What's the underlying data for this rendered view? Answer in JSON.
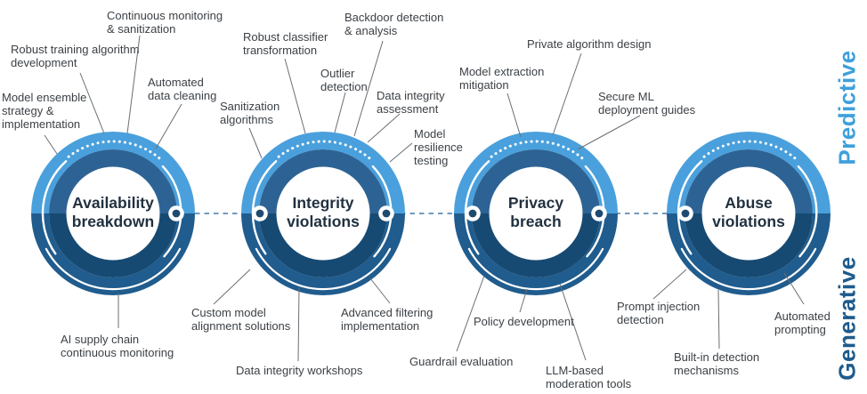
{
  "side_labels": {
    "top": "Predictive",
    "bottom": "Generative"
  },
  "colors": {
    "ring_outer_top": "#4AA0DC",
    "ring_inner_top": "#2D6394",
    "ring_outer_bottom": "#205C8D",
    "ring_inner_bottom": "#174A72",
    "ring_center": "#FFFFFF",
    "decor_arc": "#FFFFFF",
    "node_ring": "#FFFFFF",
    "node_dot": "#1F4A70",
    "connector_dash": "#5E8CB8",
    "leader_line": "#6A6F74",
    "title_text": "#223140",
    "label_text": "#3C4146",
    "predictive_text": "#3EA0DC",
    "generative_text": "#1E5B8C"
  },
  "rings": [
    {
      "title": "Availability\nbreakdown",
      "callouts": [
        {
          "text": "Model ensemble\nstrategy &\nimplementation"
        },
        {
          "text": "Robust training algorithm\ndevelopment"
        },
        {
          "text": "Continuous monitoring\n& sanitization"
        },
        {
          "text": "Automated\ndata cleaning"
        },
        {
          "text": "AI supply chain\ncontinuous monitoring"
        }
      ]
    },
    {
      "title": "Integrity\nviolations",
      "callouts": [
        {
          "text": "Sanitization\nalgorithms"
        },
        {
          "text": "Robust classifier\ntransformation"
        },
        {
          "text": "Outlier\ndetection"
        },
        {
          "text": "Backdoor detection\n& analysis"
        },
        {
          "text": "Data integrity\nassessment"
        },
        {
          "text": "Model\nresilience\ntesting"
        },
        {
          "text": "Custom model\nalignment solutions"
        },
        {
          "text": "Data integrity workshops"
        },
        {
          "text": "Advanced filtering\nimplementation"
        }
      ]
    },
    {
      "title": "Privacy\nbreach",
      "callouts": [
        {
          "text": "Model extraction\nmitigation"
        },
        {
          "text": "Private algorithm design"
        },
        {
          "text": "Secure ML\ndeployment guides"
        },
        {
          "text": "Guardrail evaluation"
        },
        {
          "text": "Policy development"
        },
        {
          "text": "LLM-based\nmoderation tools"
        }
      ]
    },
    {
      "title": "Abuse\nviolations",
      "callouts": [
        {
          "text": "Prompt injection\ndetection"
        },
        {
          "text": "Built-in detection\nmechanisms"
        },
        {
          "text": "Automated\nprompting"
        }
      ]
    }
  ]
}
